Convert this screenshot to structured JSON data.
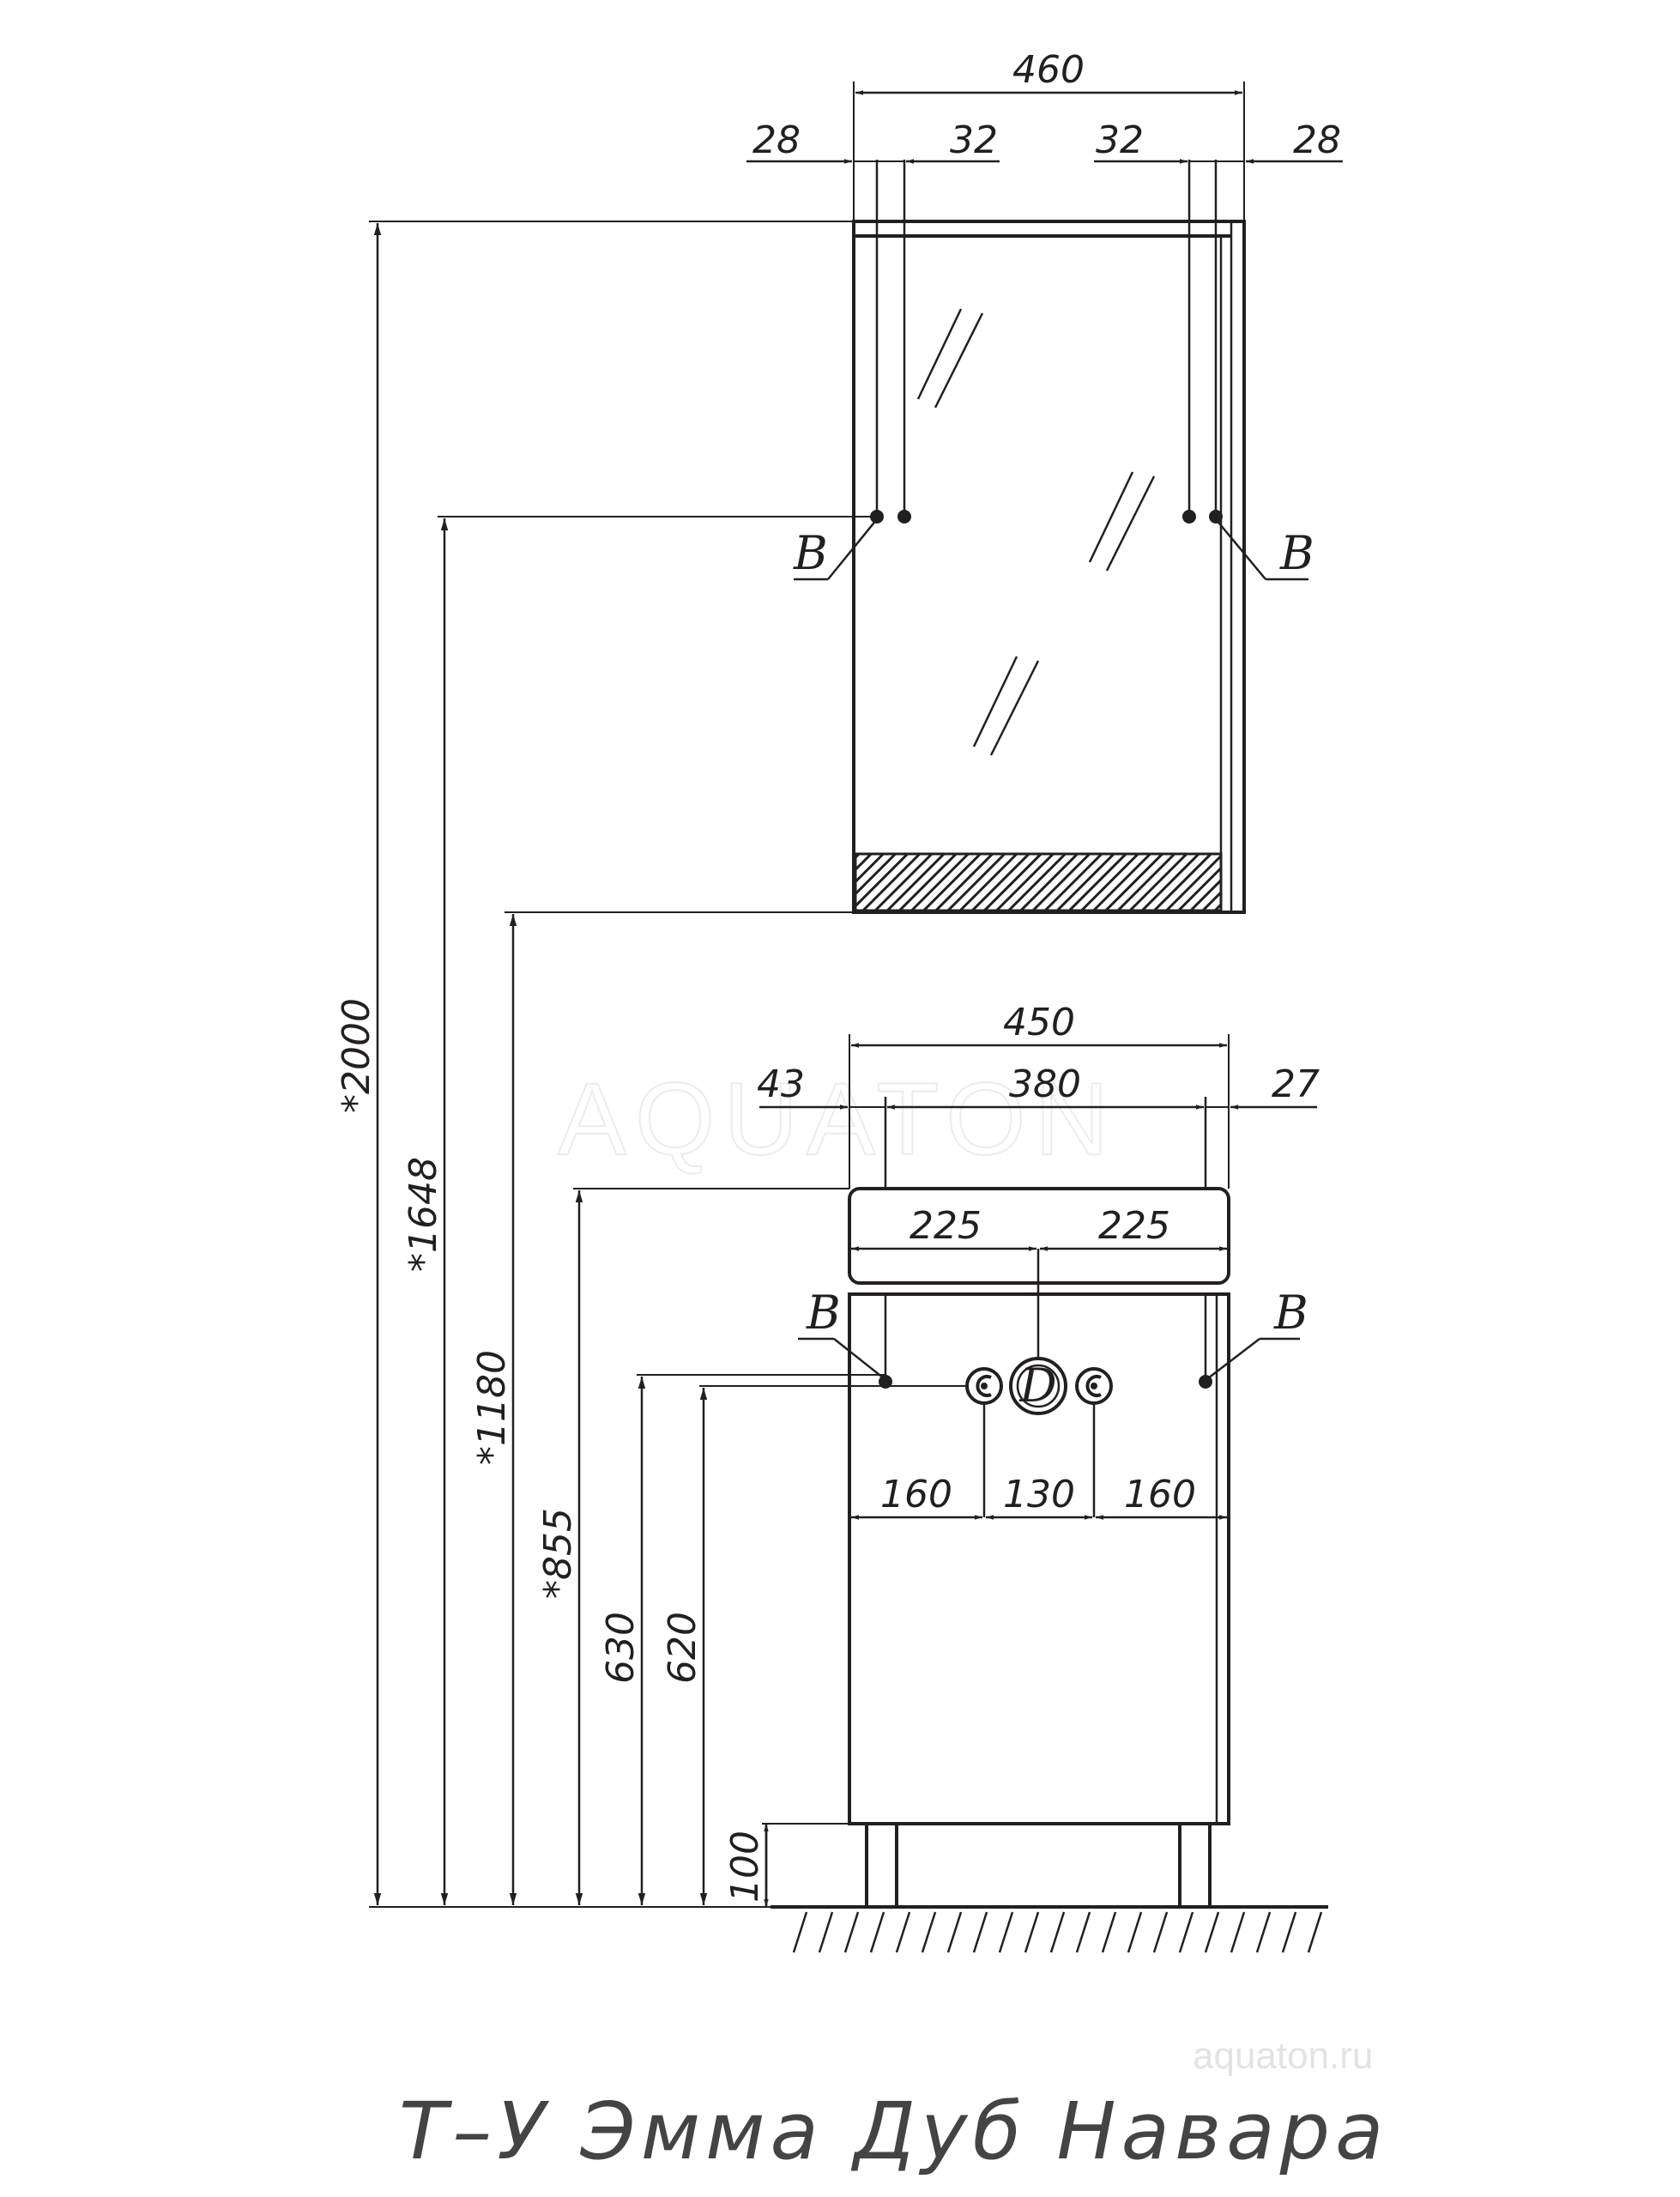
{
  "title": "Т–У Эмма Дуб Навара",
  "watermark": {
    "url": "aquaton.ru",
    "brand": "AQUATON"
  },
  "mirror": {
    "width": "460",
    "left_edge": "28",
    "left_inner": "32",
    "right_inner": "32",
    "right_edge": "28",
    "mount_label_left": "B",
    "mount_label_right": "B"
  },
  "cabinet": {
    "width": "450",
    "left_offset": "43",
    "inner": "380",
    "right_offset": "27",
    "half_left": "225",
    "half_right": "225",
    "pipe_left": "160",
    "pipe_mid": "130",
    "pipe_right": "160",
    "mount_label_left": "B",
    "mount_label_right": "B",
    "drain_label": "D"
  },
  "heights": {
    "total": "*2000",
    "mirror_mount": "*1648",
    "mirror_bottom": "*1180",
    "cabinet_top": "*855",
    "mount_height": "630",
    "pipe_height": "620",
    "leg_height": "100"
  }
}
